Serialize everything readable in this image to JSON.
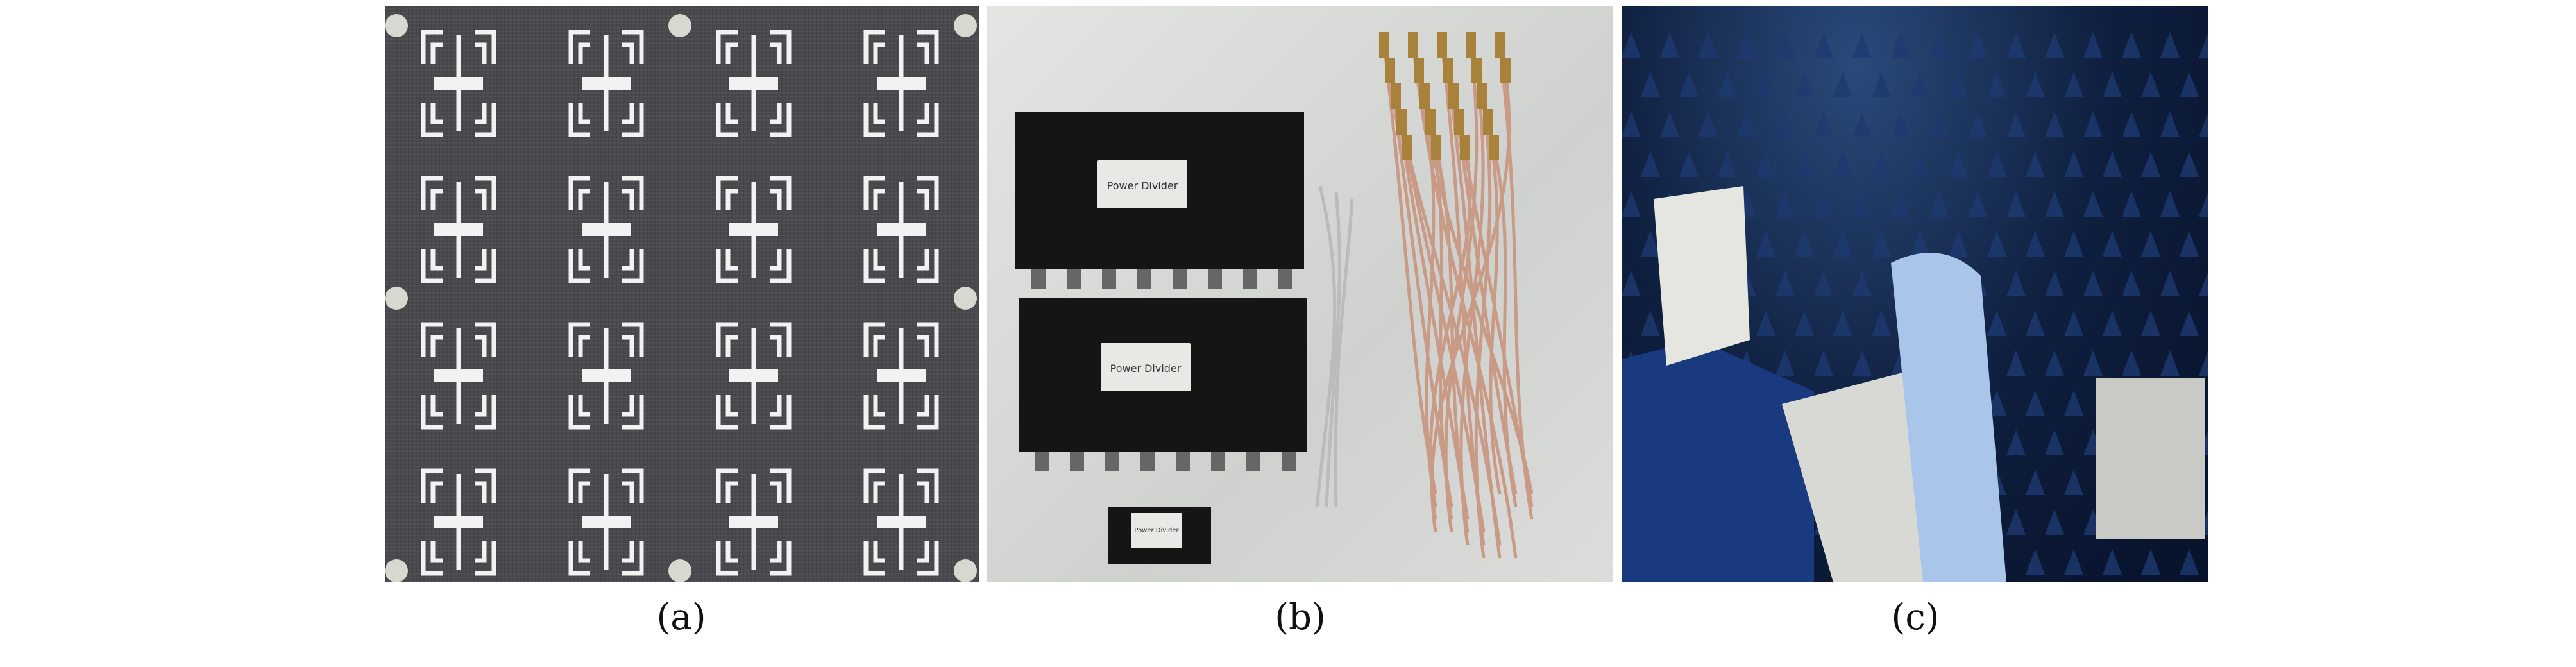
{
  "figure": {
    "panels": [
      {
        "id": "a",
        "caption": "(a)",
        "subject": "metasurface-board-photo"
      },
      {
        "id": "b",
        "caption": "(b)",
        "subject": "power-dividers-and-cables-photo"
      },
      {
        "id": "c",
        "caption": "(c)",
        "subject": "anechoic-chamber-measurement-photo"
      }
    ],
    "device_label": "Power Divider",
    "colors": {
      "board": "#4a494e",
      "pattern": "#f2f2f2",
      "background_b": "#dcdddb",
      "chamber": "#0f1f3f",
      "cable": "#c99a86",
      "connector": "#a8823a"
    }
  }
}
